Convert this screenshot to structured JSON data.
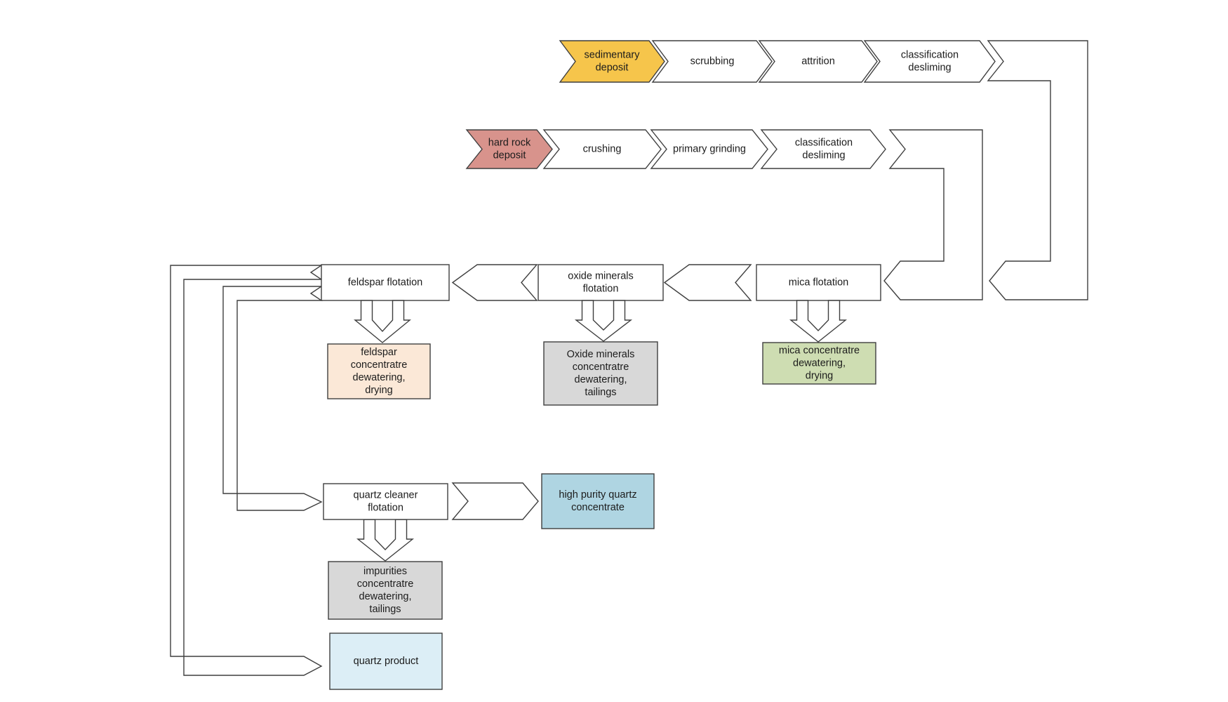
{
  "canvas": {
    "background": "#ffffff",
    "stroke_color": "#3f3f3f",
    "text_color": "#1c1c1c"
  },
  "legend_colors": {
    "sedimentary_route": "#F6C54B",
    "hard_rock_route": "#D8938C",
    "feldspar_product": "#FBE8D7",
    "tailings_gray": "#D8D8D8",
    "mica_product": "#CEDDB2",
    "high_purity_quartz": "#AFD5E2",
    "quartz_product": "#DCEEF6",
    "process_white": "#FFFFFF"
  },
  "shapes": {
    "pipe_row1_to_mica": {
      "fill": "#FFFFFF"
    },
    "pipe_row2_to_mica": {
      "fill": "#FFFFFF"
    },
    "pipe_feldspar_to_quartz_cleaner": {
      "fill": "#FFFFFF"
    },
    "pipe_feldspar_to_quartz_product": {
      "fill": "#FFFFFF"
    },
    "sedimentary_deposit": {
      "lines": [
        "sedimentary",
        "deposit"
      ],
      "fill": "#F6C54B"
    },
    "scrubbing": {
      "lines": [
        "scrubbing"
      ],
      "fill": "#FFFFFF"
    },
    "attrition": {
      "lines": [
        "attrition"
      ],
      "fill": "#FFFFFF"
    },
    "classification_desliming_1": {
      "lines": [
        "classification",
        "desliming"
      ],
      "fill": "#FFFFFF"
    },
    "hard_rock_deposit": {
      "lines": [
        "hard rock",
        "deposit"
      ],
      "fill": "#D8938C"
    },
    "crushing": {
      "lines": [
        "crushing"
      ],
      "fill": "#FFFFFF"
    },
    "primary_grinding": {
      "lines": [
        "primary grinding"
      ],
      "fill": "#FFFFFF"
    },
    "classification_desliming_2": {
      "lines": [
        "classification",
        "desliming"
      ],
      "fill": "#FFFFFF"
    },
    "feldspar_flotation": {
      "lines": [
        "feldspar flotation"
      ],
      "fill": "#FFFFFF"
    },
    "chevron_oxide_to_feldspar": {
      "fill": "#FFFFFF"
    },
    "oxide_minerals_flotation": {
      "lines": [
        "oxide minerals",
        "flotation"
      ],
      "fill": "#FFFFFF"
    },
    "chevron_mica_to_oxide": {
      "fill": "#FFFFFF"
    },
    "mica_flotation": {
      "lines": [
        "mica flotation"
      ],
      "fill": "#FFFFFF"
    },
    "arrow_feldspar_down": {
      "fill": "#FFFFFF"
    },
    "arrow_oxide_down": {
      "fill": "#FFFFFF"
    },
    "arrow_mica_down": {
      "fill": "#FFFFFF"
    },
    "arrow_quartz_cleaner_down": {
      "fill": "#FFFFFF"
    },
    "feldspar_concentrate": {
      "lines": [
        "feldspar",
        "concentratre",
        "dewatering,",
        "drying"
      ],
      "fill": "#FBE8D7"
    },
    "oxide_concentrate": {
      "lines": [
        "Oxide minerals",
        "concentratre",
        "dewatering,",
        "tailings"
      ],
      "fill": "#D8D8D8"
    },
    "mica_concentrate": {
      "lines": [
        "mica concentratre",
        "dewatering,",
        "drying"
      ],
      "fill": "#CEDDB2"
    },
    "quartz_cleaner_flotation": {
      "lines": [
        "quartz  cleaner",
        "flotation"
      ],
      "fill": "#FFFFFF"
    },
    "chevron_to_high_purity": {
      "fill": "#FFFFFF"
    },
    "high_purity_quartz": {
      "lines": [
        "high purity quartz",
        "concentrate"
      ],
      "fill": "#AFD5E2"
    },
    "impurities_concentrate": {
      "lines": [
        "impurities",
        "concentratre",
        "dewatering,",
        "tailings"
      ],
      "fill": "#D8D8D8"
    },
    "quartz_product": {
      "lines": [
        "quartz product"
      ],
      "fill": "#DCEEF6"
    }
  }
}
